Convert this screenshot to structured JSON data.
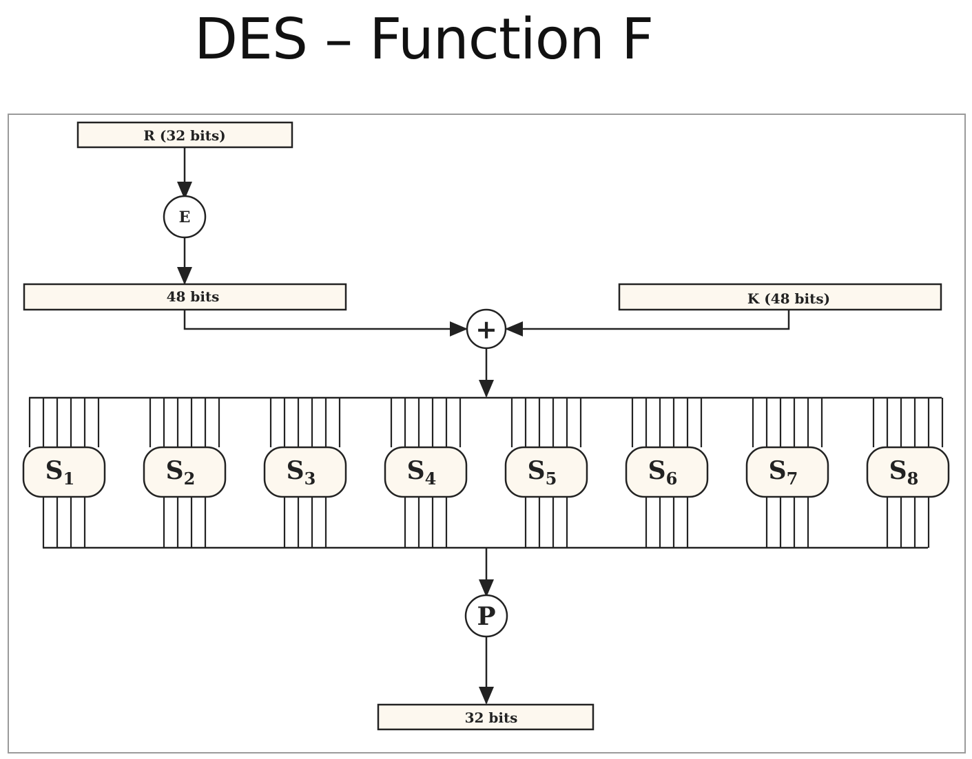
{
  "title": "DES – Function F",
  "diagram": {
    "input_r": "R (32 bits)",
    "expansion": "E",
    "expanded": "48 bits",
    "key": "K (48 bits)",
    "xor": "+",
    "sboxes": [
      {
        "letter": "S",
        "index": "1"
      },
      {
        "letter": "S",
        "index": "2"
      },
      {
        "letter": "S",
        "index": "3"
      },
      {
        "letter": "S",
        "index": "4"
      },
      {
        "letter": "S",
        "index": "5"
      },
      {
        "letter": "S",
        "index": "6"
      },
      {
        "letter": "S",
        "index": "7"
      },
      {
        "letter": "S",
        "index": "8"
      }
    ],
    "permutation": "P",
    "output": "32 bits"
  }
}
